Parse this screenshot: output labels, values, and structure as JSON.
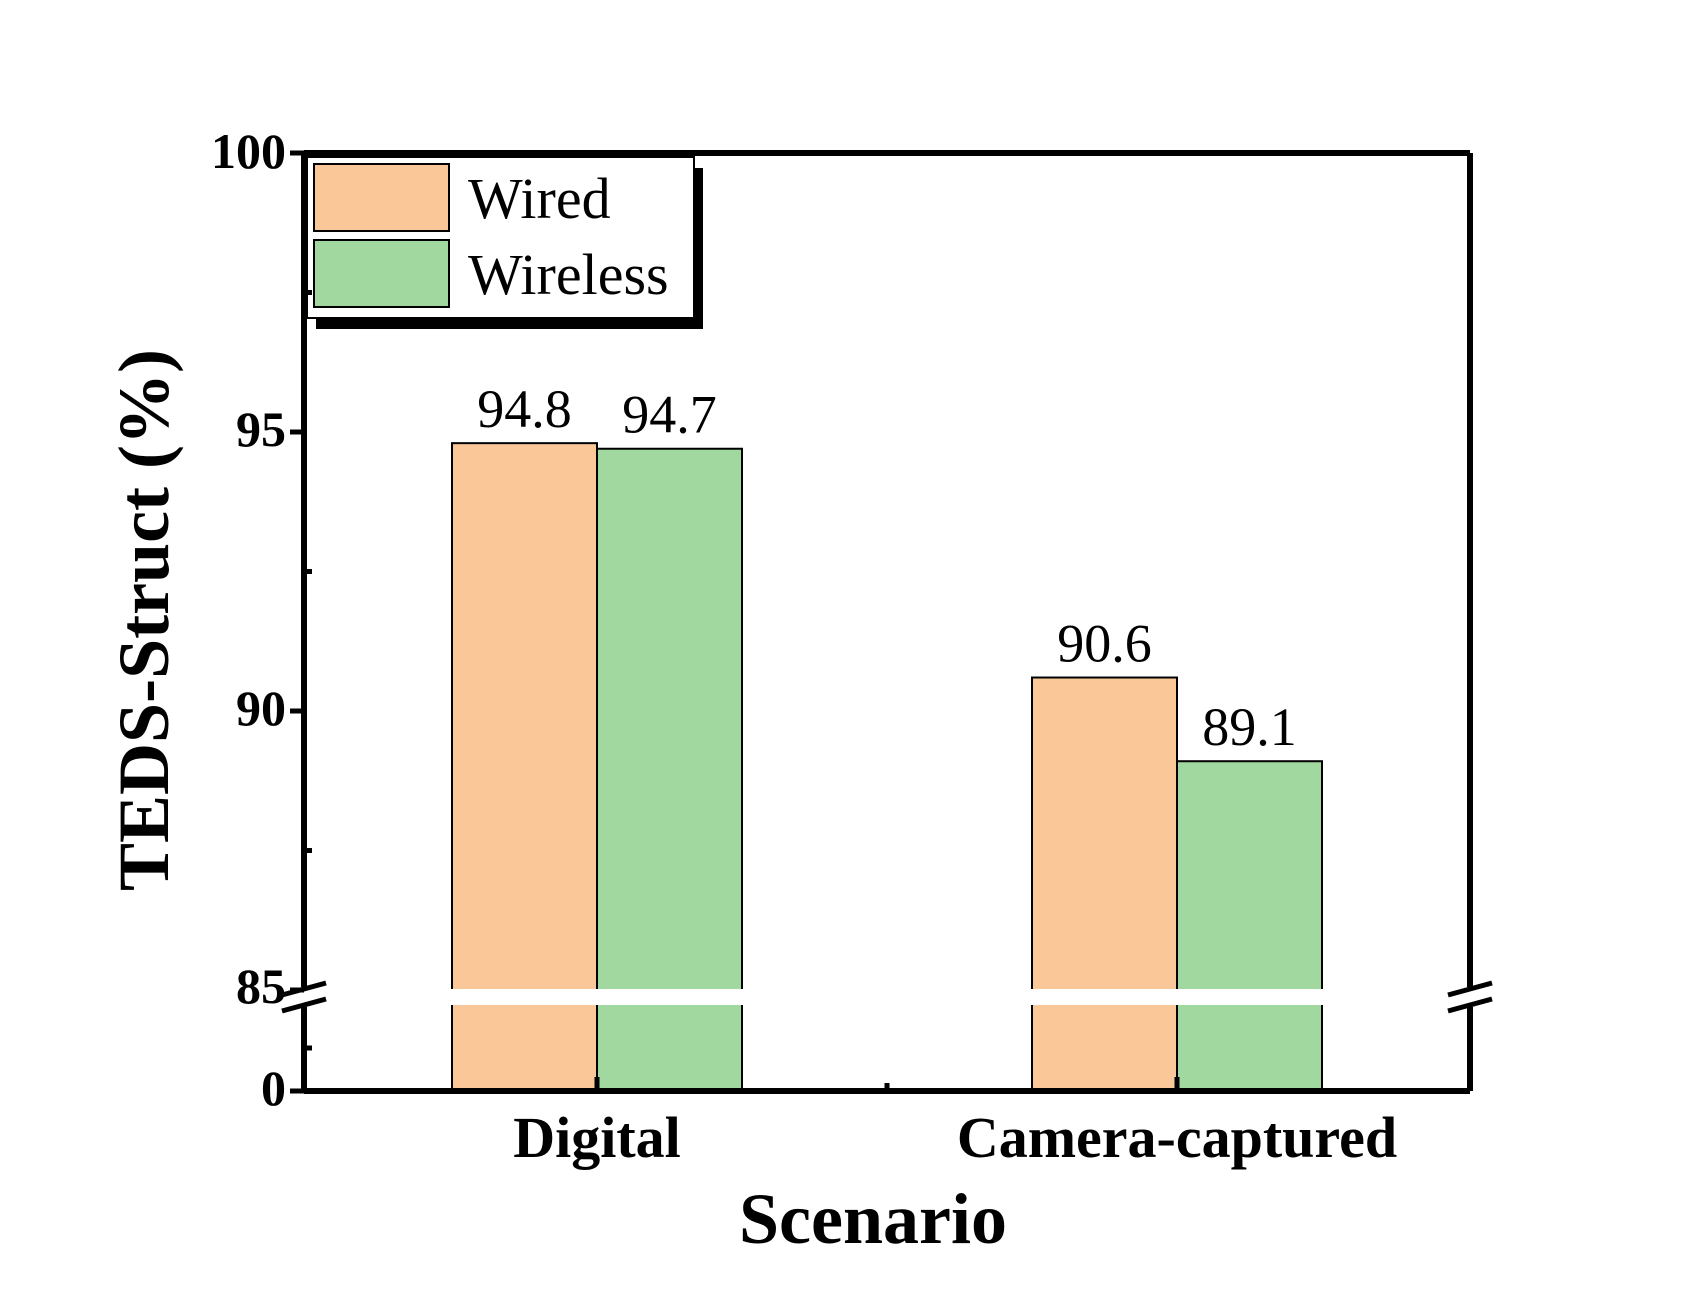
{
  "chart_data": {
    "type": "bar",
    "title": "",
    "xlabel": "Scenario",
    "ylabel": "TEDS-Struct (%)",
    "categories": [
      "Digital",
      "Camera-captured"
    ],
    "series": [
      {
        "name": "Wired",
        "values": [
          94.8,
          90.6
        ],
        "color": "#FAC898"
      },
      {
        "name": "Wireless",
        "values": [
          94.7,
          89.1
        ],
        "color": "#A0D89F"
      }
    ],
    "ylim_lower": [
      0,
      0.9
    ],
    "ylim_upper": [
      85,
      100
    ],
    "axis_break": [
      0.9,
      85
    ],
    "yticks_upper": [
      "85",
      "90",
      "95",
      "100"
    ],
    "yticks_lower": [
      "0"
    ],
    "data_labels": [
      "94.8",
      "94.7",
      "90.6",
      "89.1"
    ],
    "legend_position": "top-left",
    "grid": false
  }
}
